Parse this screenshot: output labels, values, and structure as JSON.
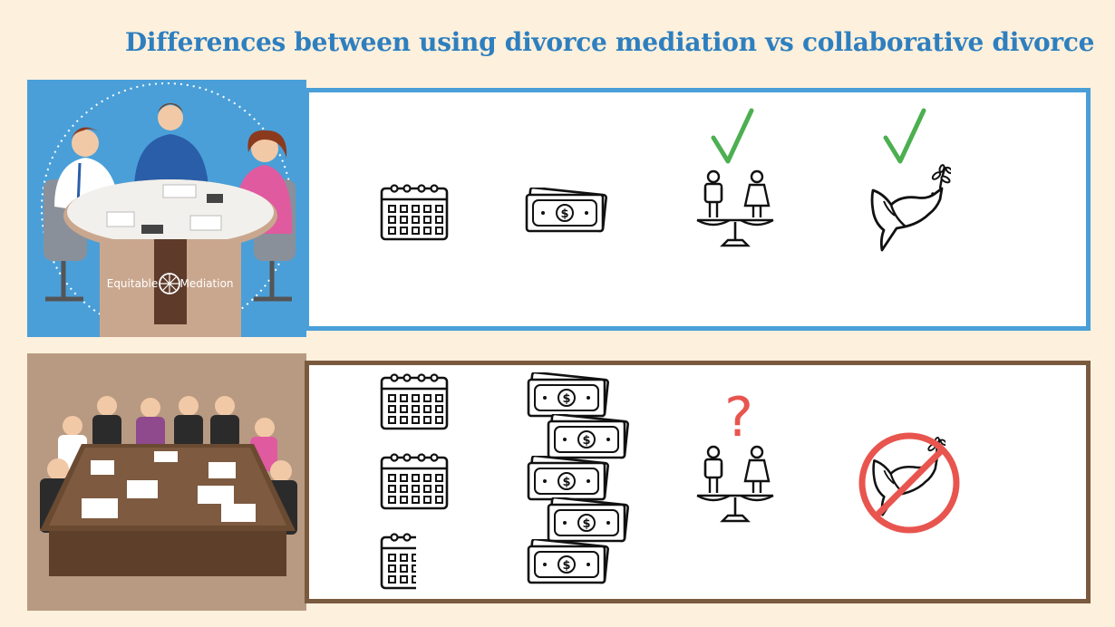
{
  "title": "Differences between using divorce mediation vs collaborative divorce",
  "colors": {
    "background": "#fdf0dc",
    "title": "#2e7fbf",
    "mediation_border": "#4a9fd8",
    "collaborative_border": "#7a5a3f",
    "check": "#4caf50",
    "question": "#e8554e",
    "prohibit": "#e8554e"
  },
  "mediation": {
    "brand_left": "Equitable",
    "brand_right": "Mediation",
    "icons": [
      "calendar-icon",
      "money-icon",
      "balance-scale-icon",
      "peace-dove-icon"
    ],
    "marks": [
      "check-mark-icon",
      "check-mark-icon"
    ]
  },
  "collaborative": {
    "icons": [
      "calendar-icon",
      "money-icon",
      "balance-scale-icon",
      "peace-dove-icon"
    ],
    "marks": [
      "question-mark",
      "prohibit-icon"
    ],
    "question": "?"
  }
}
